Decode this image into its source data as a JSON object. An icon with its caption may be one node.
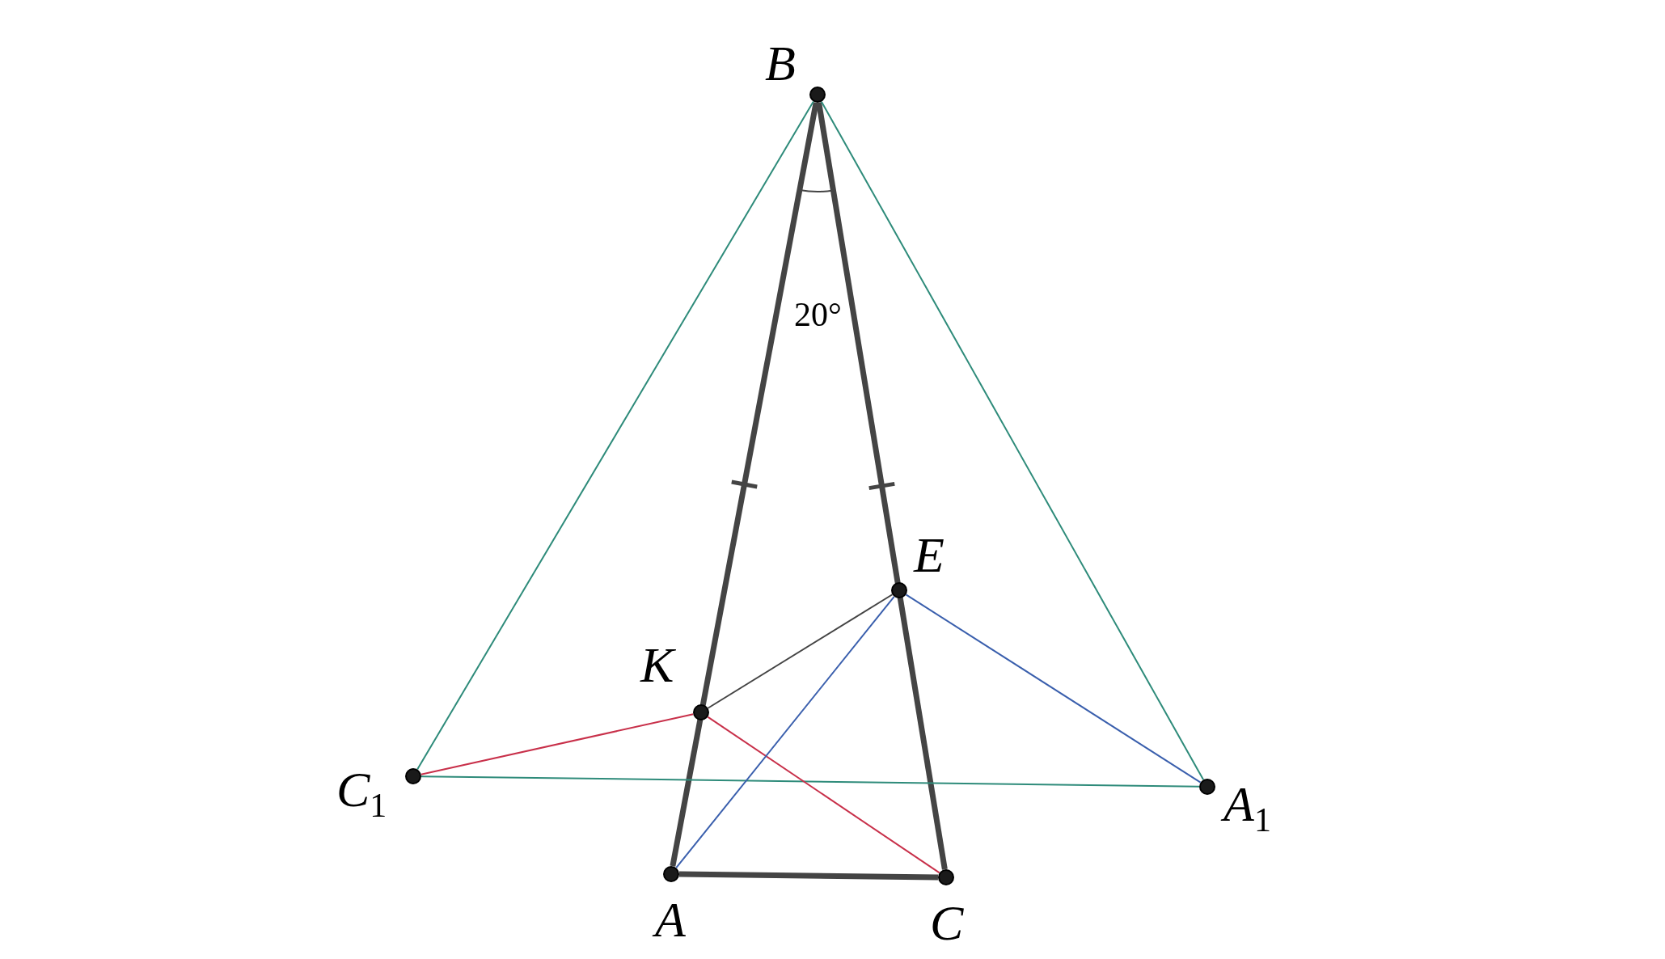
{
  "diagram": {
    "nodes": [
      {
        "text": [
          "B"
        ]
      },
      {
        "text": [
          "E"
        ]
      },
      {
        "text": [
          "K"
        ]
      },
      {
        "text": [
          "C$_{1}$"
        ]
      },
      {
        "text": [
          "A$_{1}$"
        ]
      },
      {
        "text": [
          "A"
        ]
      },
      {
        "text": [
          "C"
        ]
      }
    ],
    "edges": [
      {
        "from": 0,
        "to": 5,
        "arrow": "none",
        "style": "thick"
      },
      {
        "from": 0,
        "to": 6,
        "arrow": "none",
        "style": "thick"
      },
      {
        "from": 5,
        "to": 6,
        "arrow": "none",
        "style": "thick"
      },
      {
        "from": 0,
        "to": 3,
        "arrow": "none",
        "color": "#2e8b7a"
      },
      {
        "from": 0,
        "to": 4,
        "arrow": "none",
        "color": "#2e8b7a"
      },
      {
        "from": 3,
        "to": 4,
        "arrow": "none",
        "color": "#2e8b7a"
      },
      {
        "from": 3,
        "to": 2,
        "arrow": "none",
        "color": "#c8304a"
      },
      {
        "from": 2,
        "to": 6,
        "arrow": "none",
        "color": "#c8304a"
      },
      {
        "from": 1,
        "to": 5,
        "arrow": "none",
        "color": "#3a5fad"
      },
      {
        "from": 1,
        "to": 4,
        "arrow": "none",
        "color": "#3a5fad"
      },
      {
        "from": 2,
        "to": 1,
        "arrow": "none"
      }
    ],
    "labels": [
      "20°"
    ]
  }
}
